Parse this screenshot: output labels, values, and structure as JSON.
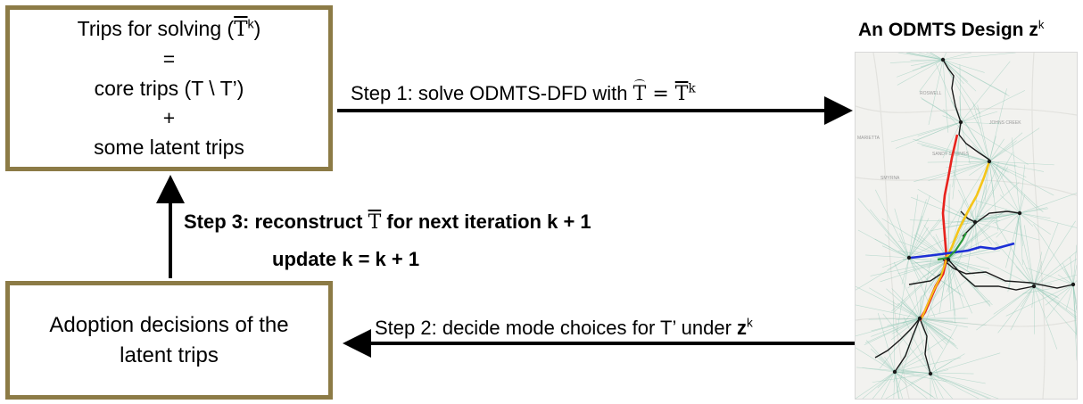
{
  "box_top": {
    "line1": "Trips for solving (",
    "line1_symbol": "T",
    "line1_sup": "k",
    "line1_end": ")",
    "line2": "=",
    "line3": "core trips (T \\ T’)",
    "line4": "+",
    "line5": "some latent trips"
  },
  "box_bottom": {
    "line1": "Adoption decisions of the",
    "line2": "latent trips"
  },
  "step1": {
    "text": "Step 1: solve ODMTS-DFD with ",
    "hat_symbol": "T",
    "equals": " = ",
    "bar_symbol": "T",
    "sup": "k"
  },
  "step2": {
    "text": "Step 2: decide mode choices for T’ under ",
    "bold": "z",
    "sup": "k"
  },
  "step3": {
    "line1_a": "Step 3: reconstruct ",
    "line1_symbol": "T",
    "line1_b": " for next iteration k + 1",
    "line2": "update k = k + 1"
  },
  "design_title": {
    "text": "An ODMTS Design ",
    "bold": "z",
    "sup": "k"
  },
  "map_labels": {
    "roswell": "ROSWELL",
    "johns_creek": "JOHNS CREEK",
    "marietta": "MARIETTA",
    "sandy_springs": "SANDY SPRINGS",
    "smyrna": "SMYRNA"
  },
  "colors": {
    "box_border": "#8c7b46",
    "route_red": "#e8231d",
    "route_yellow": "#f5c518",
    "route_blue": "#1c2fd6",
    "route_green": "#2a9a3a",
    "shuttle_fan": "#8fc9b6"
  }
}
